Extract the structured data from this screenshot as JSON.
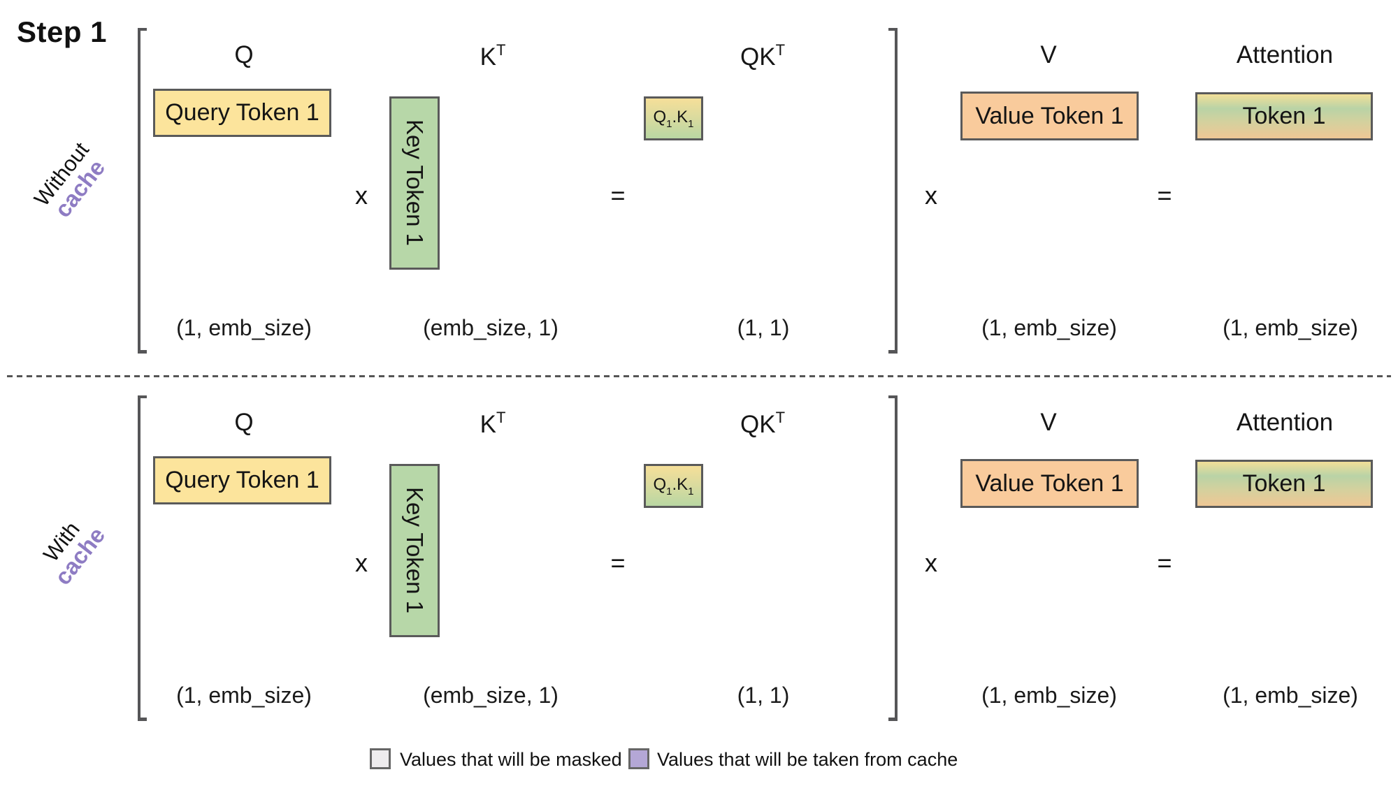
{
  "page_title": "Step 1",
  "sections": [
    {
      "row_label": {
        "prefix": "Without",
        "highlight": "cache"
      },
      "headers": {
        "q": "Q",
        "k_base": "K",
        "k_sup": "T",
        "qk_base": "QK",
        "qk_sup": "T",
        "v": "V",
        "attention": "Attention"
      },
      "boxes": {
        "query": "Query Token 1",
        "key": "Key Token 1",
        "qk": {
          "q": "Q",
          "q_sub": "1",
          "dot": ".",
          "k": "K",
          "k_sub": "1"
        },
        "value": "Value Token 1",
        "attention": "Token 1"
      },
      "operators": {
        "times1": "x",
        "equals1": "=",
        "times2": "x",
        "equals2": "="
      },
      "dims": {
        "query": "(1, emb_size)",
        "key": "(emb_size, 1)",
        "qk": "(1, 1)",
        "value": "(1, emb_size)",
        "attention": "(1, emb_size)"
      }
    },
    {
      "row_label": {
        "prefix": "With",
        "highlight": "cache"
      },
      "headers": {
        "q": "Q",
        "k_base": "K",
        "k_sup": "T",
        "qk_base": "QK",
        "qk_sup": "T",
        "v": "V",
        "attention": "Attention"
      },
      "boxes": {
        "query": "Query Token 1",
        "key": "Key Token 1",
        "qk": {
          "q": "Q",
          "q_sub": "1",
          "dot": ".",
          "k": "K",
          "k_sub": "1"
        },
        "value": "Value Token 1",
        "attention": "Token 1"
      },
      "operators": {
        "times1": "x",
        "equals1": "=",
        "times2": "x",
        "equals2": "="
      },
      "dims": {
        "query": "(1, emb_size)",
        "key": "(emb_size, 1)",
        "qk": "(1, 1)",
        "value": "(1, emb_size)",
        "attention": "(1, emb_size)"
      }
    }
  ],
  "legend": [
    {
      "label": "Values that will be masked",
      "color": "#eeecee"
    },
    {
      "label": "Values that will be taken from cache",
      "color": "#b4a7d6"
    }
  ],
  "colors": {
    "query_fill": "#fce49c",
    "key_fill": "#b7d7a8",
    "value_fill": "#f9cb9c",
    "qk_gradient_top": "#f6df99",
    "qk_gradient_bottom": "#b9d7a3",
    "attention_gradient_top": "#f2df98",
    "attention_gradient_mid": "#b9d3a6",
    "attention_gradient_bottom": "#efc795",
    "cache_text": "#8e7cc3",
    "box_border": "#5a5a5a",
    "bracket": "#565658"
  }
}
